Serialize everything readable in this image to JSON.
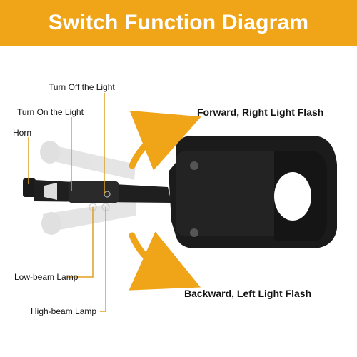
{
  "title": "Switch Function Diagram",
  "labels": {
    "turn_off": "Turn Off the Light",
    "turn_on": "Turn On the Light",
    "horn": "Horn",
    "low_beam": "Low-beam Lamp",
    "high_beam": "High-beam Lamp",
    "forward": "Forward, Right Light Flash",
    "backward": "Backward, Left Light Flash"
  },
  "colors": {
    "accent": "#f0a418",
    "banner_text": "#ffffff",
    "switch_body": "#1b1b1b",
    "leader_line": "#e0a020"
  }
}
